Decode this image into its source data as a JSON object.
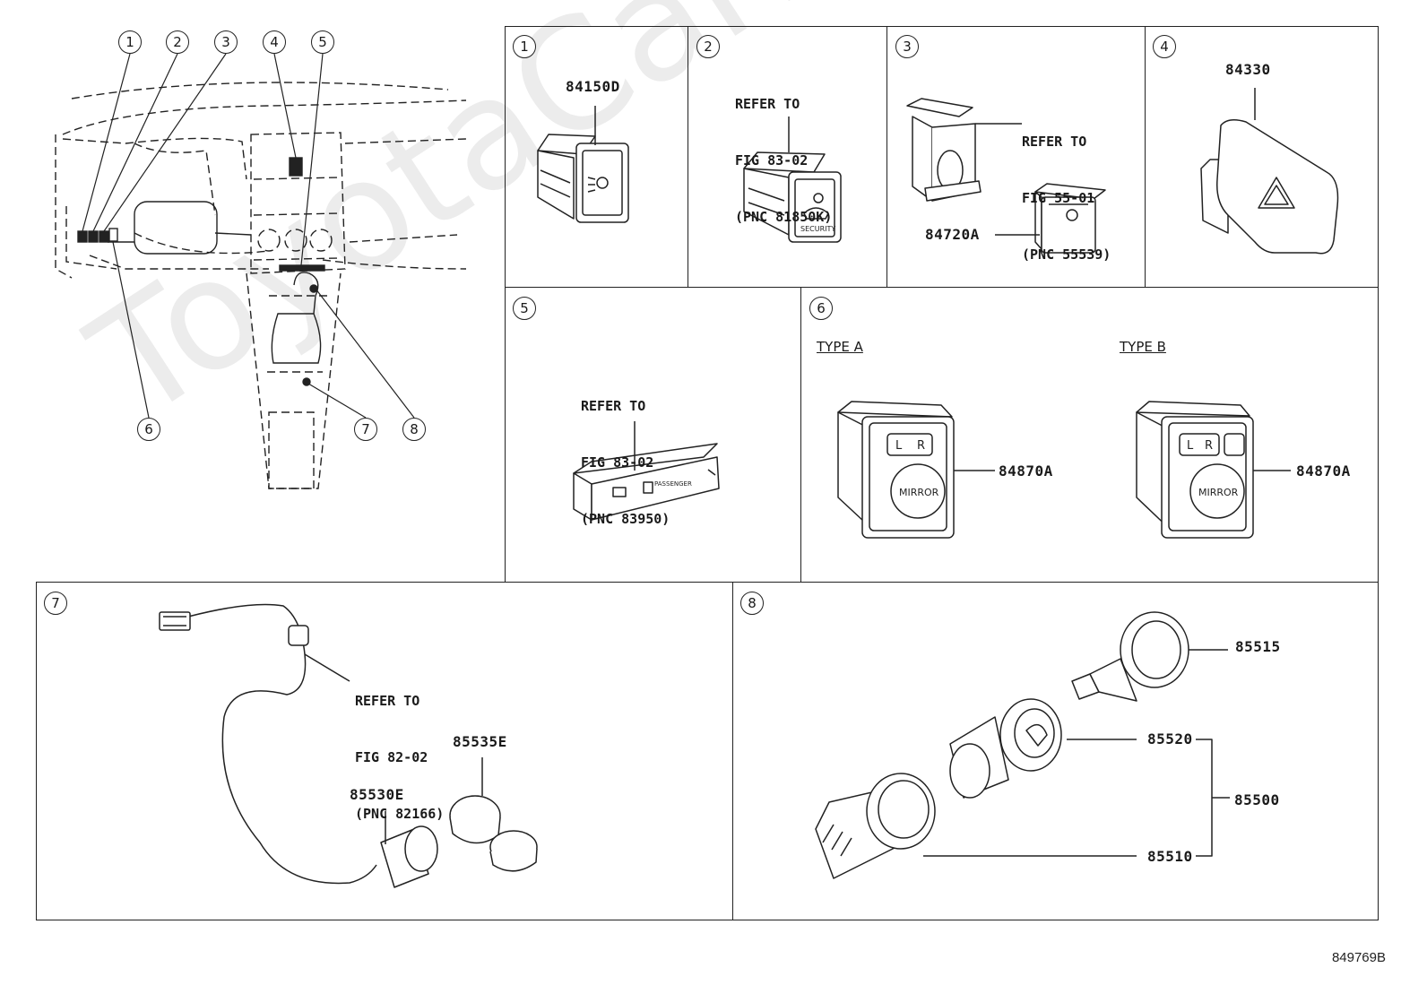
{
  "watermark": "ToyotaCarMine.ru",
  "figure_code": "849769B",
  "overview": {
    "callouts": [
      "1",
      "2",
      "3",
      "4",
      "5",
      "6",
      "7",
      "8"
    ]
  },
  "panels": [
    {
      "num": "1",
      "parts": [
        "84150D"
      ]
    },
    {
      "num": "2",
      "refer": [
        "REFER TO",
        "FIG 83-02",
        "(PNC 81850K)"
      ]
    },
    {
      "num": "3",
      "refer": [
        "REFER TO",
        "FIG 55-01",
        "(PNC 55539)"
      ],
      "parts": [
        "84720A"
      ]
    },
    {
      "num": "4",
      "parts": [
        "84330"
      ]
    },
    {
      "num": "5",
      "refer": [
        "REFER TO",
        "FIG 83-02",
        "(PNC 83950)"
      ]
    },
    {
      "num": "6",
      "types": [
        "TYPE A",
        "TYPE B"
      ],
      "parts": [
        "84870A",
        "84870A"
      ]
    },
    {
      "num": "7",
      "refer": [
        "REFER TO",
        "FIG 82-02",
        "(PNC 82166)"
      ],
      "parts": [
        "85535E",
        "85530E"
      ]
    },
    {
      "num": "8",
      "parts": [
        "85515",
        "85520",
        "85500",
        "85510"
      ]
    }
  ],
  "switch_glyphs": {
    "security": "SECURITY",
    "mirror": "MIRROR",
    "passenger": "PASSENGER",
    "l": "L",
    "r": "R"
  }
}
